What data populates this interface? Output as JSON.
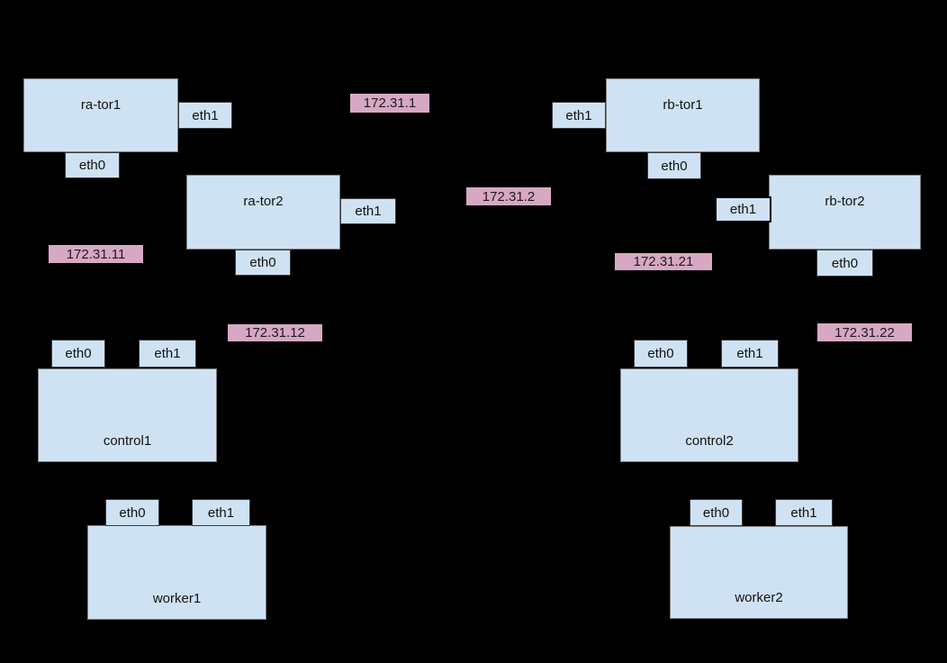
{
  "diagram": {
    "title": "kubernetes-lab-network-topology",
    "colors": {
      "background": "#000000",
      "node_fill": "#cfe2f3",
      "node_border": "#7f7f7f",
      "iface_border": "#3a3a3c",
      "ip_label_fill": "#d7a8c4",
      "text": "#111111"
    },
    "nodes": [
      {
        "label": "ra-tor1",
        "interfaces": [
          {
            "name": "eth1"
          },
          {
            "name": "eth0"
          }
        ]
      },
      {
        "label": "ra-tor2",
        "interfaces": [
          {
            "name": "eth1"
          },
          {
            "name": "eth0"
          }
        ]
      },
      {
        "label": "rb-tor1",
        "interfaces": [
          {
            "name": "eth1"
          },
          {
            "name": "eth0"
          }
        ]
      },
      {
        "label": "rb-tor2",
        "interfaces": [
          {
            "name": "eth1"
          },
          {
            "name": "eth0"
          }
        ]
      },
      {
        "label": "control1",
        "interfaces": [
          {
            "name": "eth0"
          },
          {
            "name": "eth1"
          }
        ]
      },
      {
        "label": "control2",
        "interfaces": [
          {
            "name": "eth0"
          },
          {
            "name": "eth1"
          }
        ]
      },
      {
        "label": "worker1",
        "interfaces": [
          {
            "name": "eth0"
          },
          {
            "name": "eth1"
          }
        ]
      },
      {
        "label": "worker2",
        "interfaces": [
          {
            "name": "eth0"
          },
          {
            "name": "eth1"
          }
        ]
      }
    ],
    "ip_labels": [
      {
        "text": "172.31.1"
      },
      {
        "text": "172.31.2"
      },
      {
        "text": "172.31.11"
      },
      {
        "text": "172.31.21"
      },
      {
        "text": "172.31.12"
      },
      {
        "text": "172.31.22"
      }
    ]
  }
}
